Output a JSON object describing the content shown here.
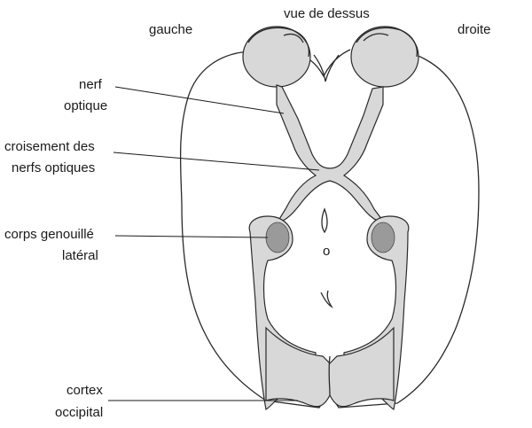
{
  "header": {
    "view_label": "vue de dessus",
    "left_side": "gauche",
    "right_side": "droite"
  },
  "labels": {
    "optic_nerve_line1": "nerf",
    "optic_nerve_line2": "optique",
    "chiasm_line1": "croisement des",
    "chiasm_line2": "nerfs optiques",
    "lgn_line1": "corps genouillé",
    "lgn_line2": "latéral",
    "cortex_line1": "cortex",
    "cortex_line2": "occipital",
    "center_mark": "o"
  },
  "colors": {
    "tract_fill": "#d8d8d8",
    "nucleus_fill": "#9a9a9a",
    "outline": "#2a2a2a",
    "background": "#ffffff"
  }
}
